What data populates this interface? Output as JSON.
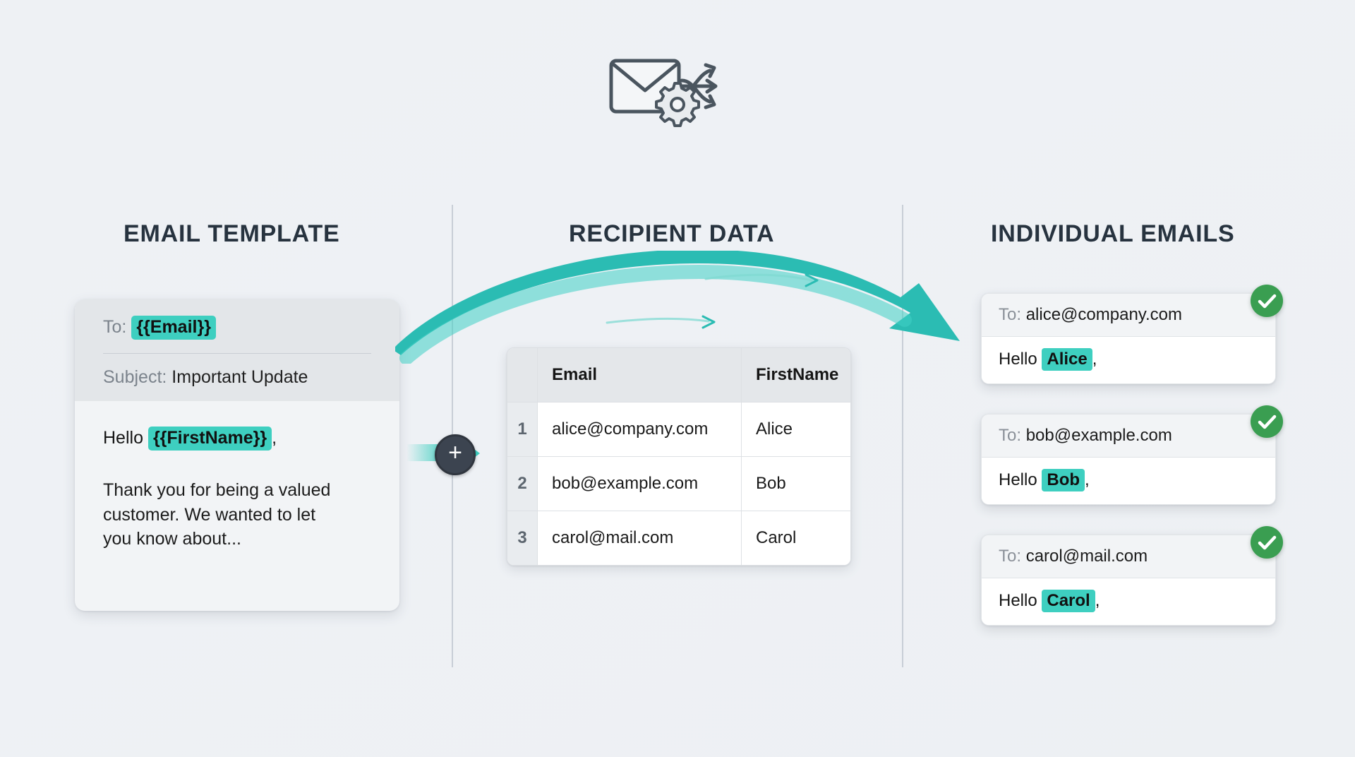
{
  "background_color": "#eef1f4",
  "accent_color": "#3ecfc0",
  "check_color": "#3a9e51",
  "heading_color": "#27333f",
  "header_icon": {
    "name": "envelope-gear-arrows-icon",
    "parts": [
      "envelope",
      "gear",
      "diverging-arrows"
    ]
  },
  "headings": {
    "template": "EMAIL TEMPLATE",
    "data": "RECIPIENT DATA",
    "emails": "INDIVIDUAL EMAILS"
  },
  "template_card": {
    "to_label": "To:",
    "to_value": "{{Email}}",
    "subject_label": "Subject:",
    "subject_value": "Important Update",
    "greeting_prefix": "Hello",
    "greeting_token": "{{FirstName}}",
    "greeting_suffix": ",",
    "paragraph": "Thank you for being a valued customer. We wanted to let you know about..."
  },
  "connector": {
    "badge_label": "+",
    "arrow_direction": "right"
  },
  "flow_arrow": {
    "name": "curved-merge-arrow",
    "direction": "left-to-right",
    "color": "#35c5bb"
  },
  "recipient_table": {
    "index_header": "",
    "columns": [
      "Email",
      "FirstName"
    ],
    "rows": [
      {
        "index": "1",
        "email": "alice@company.com",
        "firstname": "Alice"
      },
      {
        "index": "2",
        "email": "bob@example.com",
        "firstname": "Bob"
      },
      {
        "index": "3",
        "email": "carol@mail.com",
        "firstname": "Carol"
      }
    ]
  },
  "individual_emails": {
    "to_label": "To:",
    "greeting_prefix": "Hello",
    "greeting_suffix": ",",
    "status_icon": "check-icon",
    "cards": [
      {
        "to": "alice@company.com",
        "name": "Alice"
      },
      {
        "to": "bob@example.com",
        "name": "Bob"
      },
      {
        "to": "carol@mail.com",
        "name": "Carol"
      }
    ]
  }
}
